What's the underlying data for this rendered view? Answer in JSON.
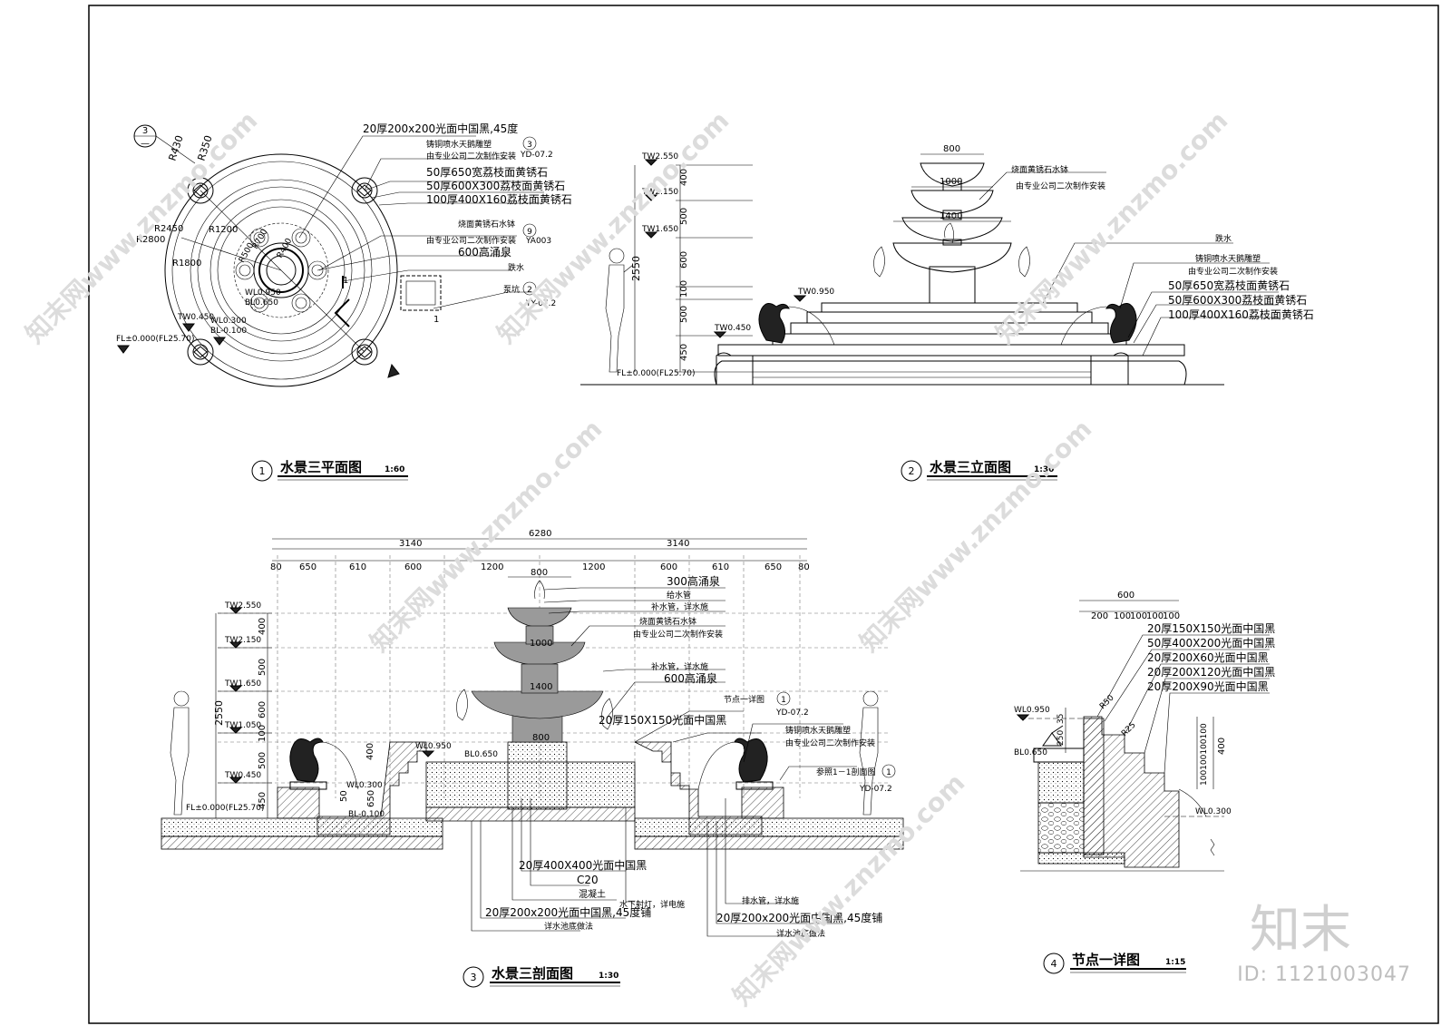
{
  "plan": {
    "title": "水景三平面图",
    "scale": "1:60",
    "number": "1",
    "labels": {
      "tile": "20厚200x200光面中国黑,45度",
      "swan": "铸铜喷水天鹅雕塑",
      "swan_ref": "3",
      "swan_ref2": "YD-07.2",
      "swan_note": "由专业公司二次制作安装",
      "cap650": "50厚650宽荔枝面黄锈石",
      "cap600": "50厚600X300荔枝面黄锈石",
      "wall400": "100厚400X160荔枝面黄锈石",
      "bowl": "烧面黄锈石水钵",
      "bowl_ref": "9",
      "bowl_ref2": "YA003",
      "bowl_note": "由专业公司二次制作安装",
      "jet600": "600高涌泉",
      "overflow": "跌水",
      "pump": "泵坑",
      "pump_ref": "2",
      "pump_ref2": "YY-07.2",
      "r430": "R430",
      "r350": "R350",
      "r2450": "R2450",
      "r2800": "R2800",
      "r1200": "R1200",
      "r1800": "R1800",
      "r700": "R700",
      "r500": "R500",
      "r400": "R400",
      "wl950": "WL0.950",
      "bl650": "BL0.650",
      "tw450": "TW0.450",
      "wl300": "WL0.300",
      "bl100": "BL-0.100",
      "fl": "FL±0.000(FL25.70)",
      "sect_mark": "3",
      "sect_dash": "—",
      "sect1": "1",
      "sect_one": "1"
    }
  },
  "elevation": {
    "title": "水景三立面图",
    "scale": "1:30",
    "number": "2",
    "labels": {
      "w800": "800",
      "w1000": "1000",
      "w1400": "1400",
      "tw2550": "TW2.550",
      "tw2150": "TW2.150",
      "tw1650": "TW1.650",
      "tw950": "TW0.950",
      "tw450": "TW0.450",
      "fl": "FL±0.000(FL25.70)",
      "d400": "400",
      "d500": "500",
      "d600": "600",
      "d100": "100",
      "d500b": "500",
      "d450": "450",
      "total": "2550",
      "bowl": "烧面黄锈石水钵",
      "bowl_note": "由专业公司二次制作安装",
      "overflow": "跌水",
      "swan": "铸铜喷水天鹅雕塑",
      "swan_note": "由专业公司二次制作安装",
      "cap650": "50厚650宽荔枝面黄锈石",
      "cap600": "50厚600X300荔枝面黄锈石",
      "wall400": "100厚400X160荔枝面黄锈石"
    }
  },
  "section": {
    "title": "水景三剖面图",
    "scale": "1:30",
    "number": "3",
    "dims_top": {
      "total": "6280",
      "half_l": "3140",
      "half_r": "3140",
      "segs": [
        "80",
        "650",
        "610",
        "600",
        "1200",
        "1200",
        "600",
        "610",
        "650",
        "80"
      ]
    },
    "labels": {
      "w800": "800",
      "w1000": "1000",
      "w1400": "1400",
      "w800b": "800",
      "jet300": "300高涌泉",
      "supply": "给水管",
      "makeup": "补水管，详水施",
      "bowl": "烧面黄锈石水钵",
      "bowl_note": "由专业公司二次制作安装",
      "makeup2": "补水管，详水施",
      "jet600": "600高涌泉",
      "node": "节点一详图",
      "node_ref": "1",
      "node_ref2": "YD-07.2",
      "tile150": "20厚150X150光面中国黑",
      "swan": "铸铜喷水天鹅雕塑",
      "swan_note": "由专业公司二次制作安装",
      "ref_sect": "参照1－1剖面图",
      "ref_sect_ref": "1",
      "ref_sect_ref2": "YD-07.2",
      "tw2550": "TW2.550",
      "tw2150": "TW2.150",
      "tw1650": "TW1.650",
      "tw1050": "TW1.050",
      "tw450": "TW0.450",
      "fl": "FL±0.000(FL25.70)",
      "wl950": "WL0.950",
      "bl650": "BL0.650",
      "wl300": "WL0.300",
      "bl100": "BL-0.100",
      "d400": "400",
      "d500": "500",
      "d600": "600",
      "d100": "100",
      "d500b": "500",
      "d450": "450",
      "total": "2550",
      "d400r": "400",
      "d50": "50",
      "d650": "650",
      "tile400": "20厚400X400光面中国黑",
      "c20a": "C20",
      "c20b": "混凝土",
      "tile200": "20厚200x200光面中国黑,45度铺",
      "light": "水下射灯，详电施",
      "pool_base": "详水池底做法",
      "drain": "排水管，详水施",
      "tile200r": "20厚200x200光面中国黑,45度铺",
      "pool_base_r": "详水池底做法"
    }
  },
  "detail": {
    "title": "节点一详图",
    "scale": "1:15",
    "number": "4",
    "dims": {
      "w600": "600",
      "segs": [
        "200",
        "100",
        "100",
        "100",
        "100"
      ],
      "d35": "35",
      "d250": "250",
      "d400": "400",
      "stack": "100100100100",
      "r50": "R50",
      "r25": "R25"
    },
    "labels": {
      "l1": "20厚150X150光面中国黑",
      "l2": "50厚400X200光面中国黑",
      "l3": "20厚200X60光面中国黑",
      "l4": "20厚200X120光面中国黑",
      "l5": "20厚200X90光面中国黑",
      "wl950": "WL0.950",
      "bl650": "BL0.650",
      "wl300": "WL0.300"
    }
  },
  "watermark": {
    "site": "知末网www.znzmo.com",
    "logo": "知末",
    "id": "ID: 1121003047"
  }
}
